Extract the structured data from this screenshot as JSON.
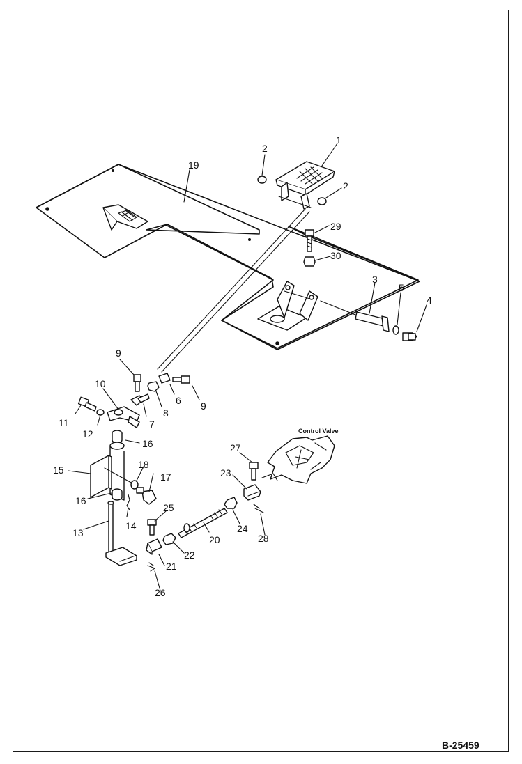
{
  "drawing_number": "B-25459",
  "control_valve_label": "Control Valve",
  "callouts": {
    "c1": "1",
    "c2a": "2",
    "c2b": "2",
    "c3": "3",
    "c4": "4",
    "c5": "5",
    "c6": "6",
    "c7": "7",
    "c8": "8",
    "c9a": "9",
    "c9b": "9",
    "c10": "10",
    "c11": "11",
    "c12": "12",
    "c13": "13",
    "c14": "14",
    "c15": "15",
    "c16a": "16",
    "c16b": "16",
    "c17": "17",
    "c18": "18",
    "c19": "19",
    "c20": "20",
    "c21": "21",
    "c22": "22",
    "c23": "23",
    "c24": "24",
    "c25": "25",
    "c26": "26",
    "c27": "27",
    "c28": "28",
    "c29": "29",
    "c30": "30"
  }
}
